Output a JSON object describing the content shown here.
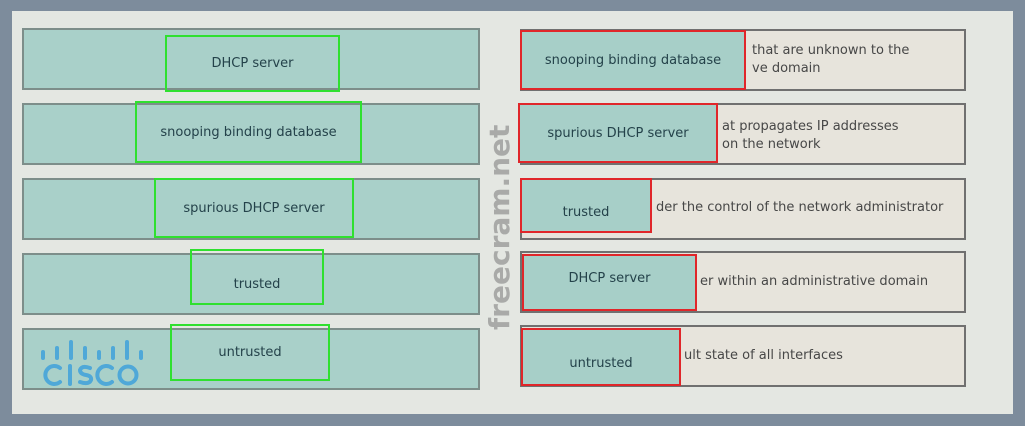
{
  "left_items": [
    {
      "label": "DHCP server"
    },
    {
      "label": "snooping binding database"
    },
    {
      "label": "spurious DHCP server"
    },
    {
      "label": "trusted"
    },
    {
      "label": "untrusted"
    }
  ],
  "right_targets": [
    {
      "answer": "snooping binding database",
      "line1": "that are unknown to the",
      "line2": "ve domain"
    },
    {
      "answer": "spurious DHCP server",
      "line1": "at propagates IP addresses",
      "line2": "on the network"
    },
    {
      "answer": "trusted",
      "line1": "der the control of the network administrator",
      "line2": ""
    },
    {
      "answer": "DHCP server",
      "line1": "er within an administrative domain",
      "line2": ""
    },
    {
      "answer": "untrusted",
      "line1": "ult state of all interfaces",
      "line2": ""
    }
  ],
  "watermark": "freecram.net",
  "logo": "cisco",
  "colors": {
    "left_outline": "#2fe02f",
    "right_outline": "#e0262a",
    "tile": "#a9d0c9",
    "logo": "#4fa8d8"
  }
}
